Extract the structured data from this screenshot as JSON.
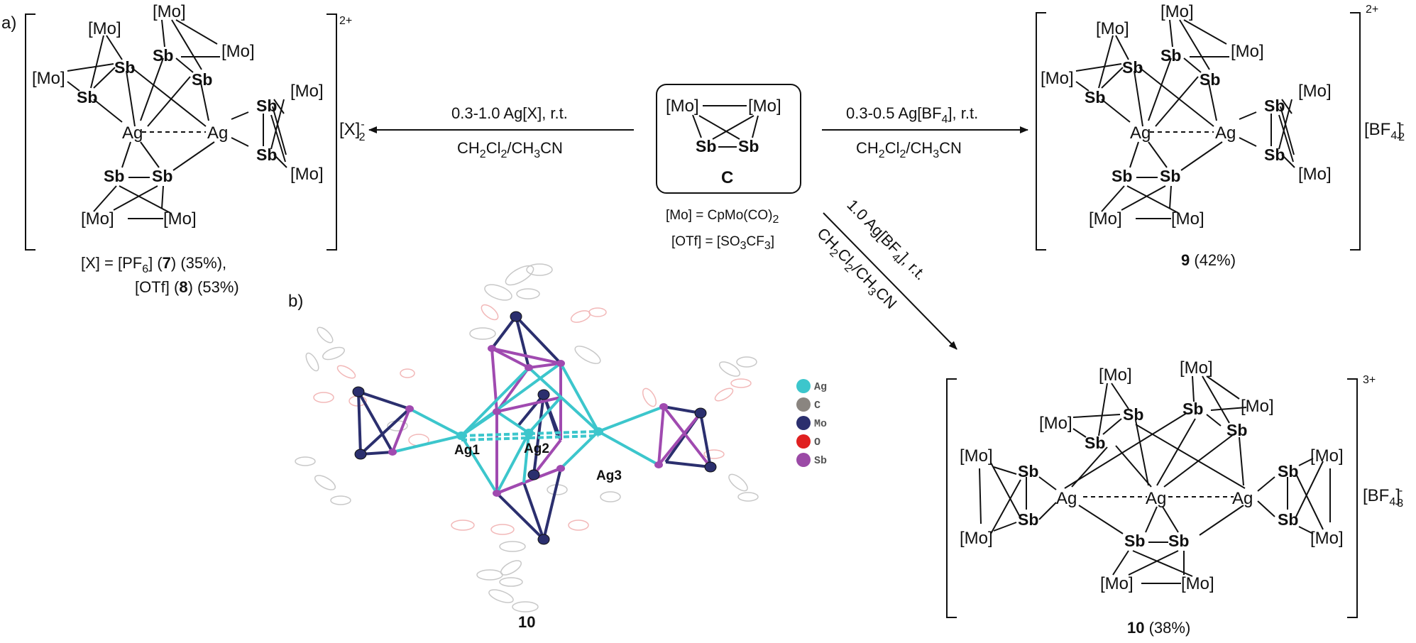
{
  "colors": {
    "sb": "#9b4aa6",
    "ag_bond": "#3cc6cc",
    "mo_bond": "#2b2f6e",
    "sb_bond": "#a04ab0",
    "ellipsoid_grey": "#c8c8c8",
    "ellipsoid_red": "#f2b8b8"
  },
  "labels": {
    "mo": "[Mo]",
    "sb": "Sb",
    "ag": "Ag"
  },
  "panel_a": {
    "tag": "a)",
    "charge": "2+",
    "counter_prefix": "[X]",
    "counter_sup": "-",
    "counter_sub": "2",
    "caption_line1": "[X] = [PF",
    "caption_line1_sub": "6",
    "caption_line1_b": "] (",
    "caption_line1_num": "7",
    "caption_line1_c": ") (35%),",
    "caption_line2_a": "[OTf] (",
    "caption_line2_num": "8",
    "caption_line2_b": ") (53%)"
  },
  "arrow_left": {
    "top": "0.3-1.0 Ag[X], r.t.",
    "bottom_a": "CH",
    "bottom_sub1": "2",
    "bottom_b": "Cl",
    "bottom_sub2": "2",
    "bottom_c": "/CH",
    "bottom_sub3": "3",
    "bottom_d": "CN"
  },
  "arrow_right": {
    "top_a": "0.3-0.5 Ag[BF",
    "top_sub": "4",
    "top_b": "], r.t.",
    "bottom_a": "CH",
    "bottom_sub1": "2",
    "bottom_b": "Cl",
    "bottom_sub2": "2",
    "bottom_c": "/CH",
    "bottom_sub3": "3",
    "bottom_d": "CN"
  },
  "arrow_diag": {
    "top_a": "1.0 Ag[BF",
    "top_sub": "4",
    "top_b": "], r.t.",
    "bottom_a": "CH",
    "bottom_sub1": "2",
    "bottom_b": "Cl",
    "bottom_sub2": "2",
    "bottom_c": "/CH",
    "bottom_sub3": "3",
    "bottom_d": "CN"
  },
  "compound_c": {
    "label": "C",
    "def1_a": "[Mo] = CpMo(CO)",
    "def1_sub": "2",
    "def2_a": "[OTf] = [SO",
    "def2_sub1": "3",
    "def2_b": "CF",
    "def2_sub2": "3",
    "def2_c": "]"
  },
  "panel_9": {
    "charge": "2+",
    "counter_prefix": "[BF",
    "counter_sub4": "4",
    "counter_suffix": "]",
    "counter_sup": "-",
    "counter_sub": "2",
    "caption_num": "9",
    "caption_yield": " (42%)"
  },
  "panel_10": {
    "charge": "3+",
    "counter_prefix": "[BF",
    "counter_sub4": "4",
    "counter_suffix": "]",
    "counter_sup": "-",
    "counter_sub": "3",
    "caption_num": "10",
    "caption_yield": " (38%)"
  },
  "panel_b": {
    "tag": "b)",
    "caption": "10",
    "atom_labels": [
      "Ag1",
      "Ag2",
      "Ag3"
    ],
    "legend": [
      {
        "label": "Ag",
        "color": "#3cc6cc"
      },
      {
        "label": "C",
        "color": "#8a8580"
      },
      {
        "label": "Mo",
        "color": "#2b2f6e"
      },
      {
        "label": "O",
        "color": "#e02020"
      },
      {
        "label": "Sb",
        "color": "#9b4aa6"
      }
    ]
  }
}
